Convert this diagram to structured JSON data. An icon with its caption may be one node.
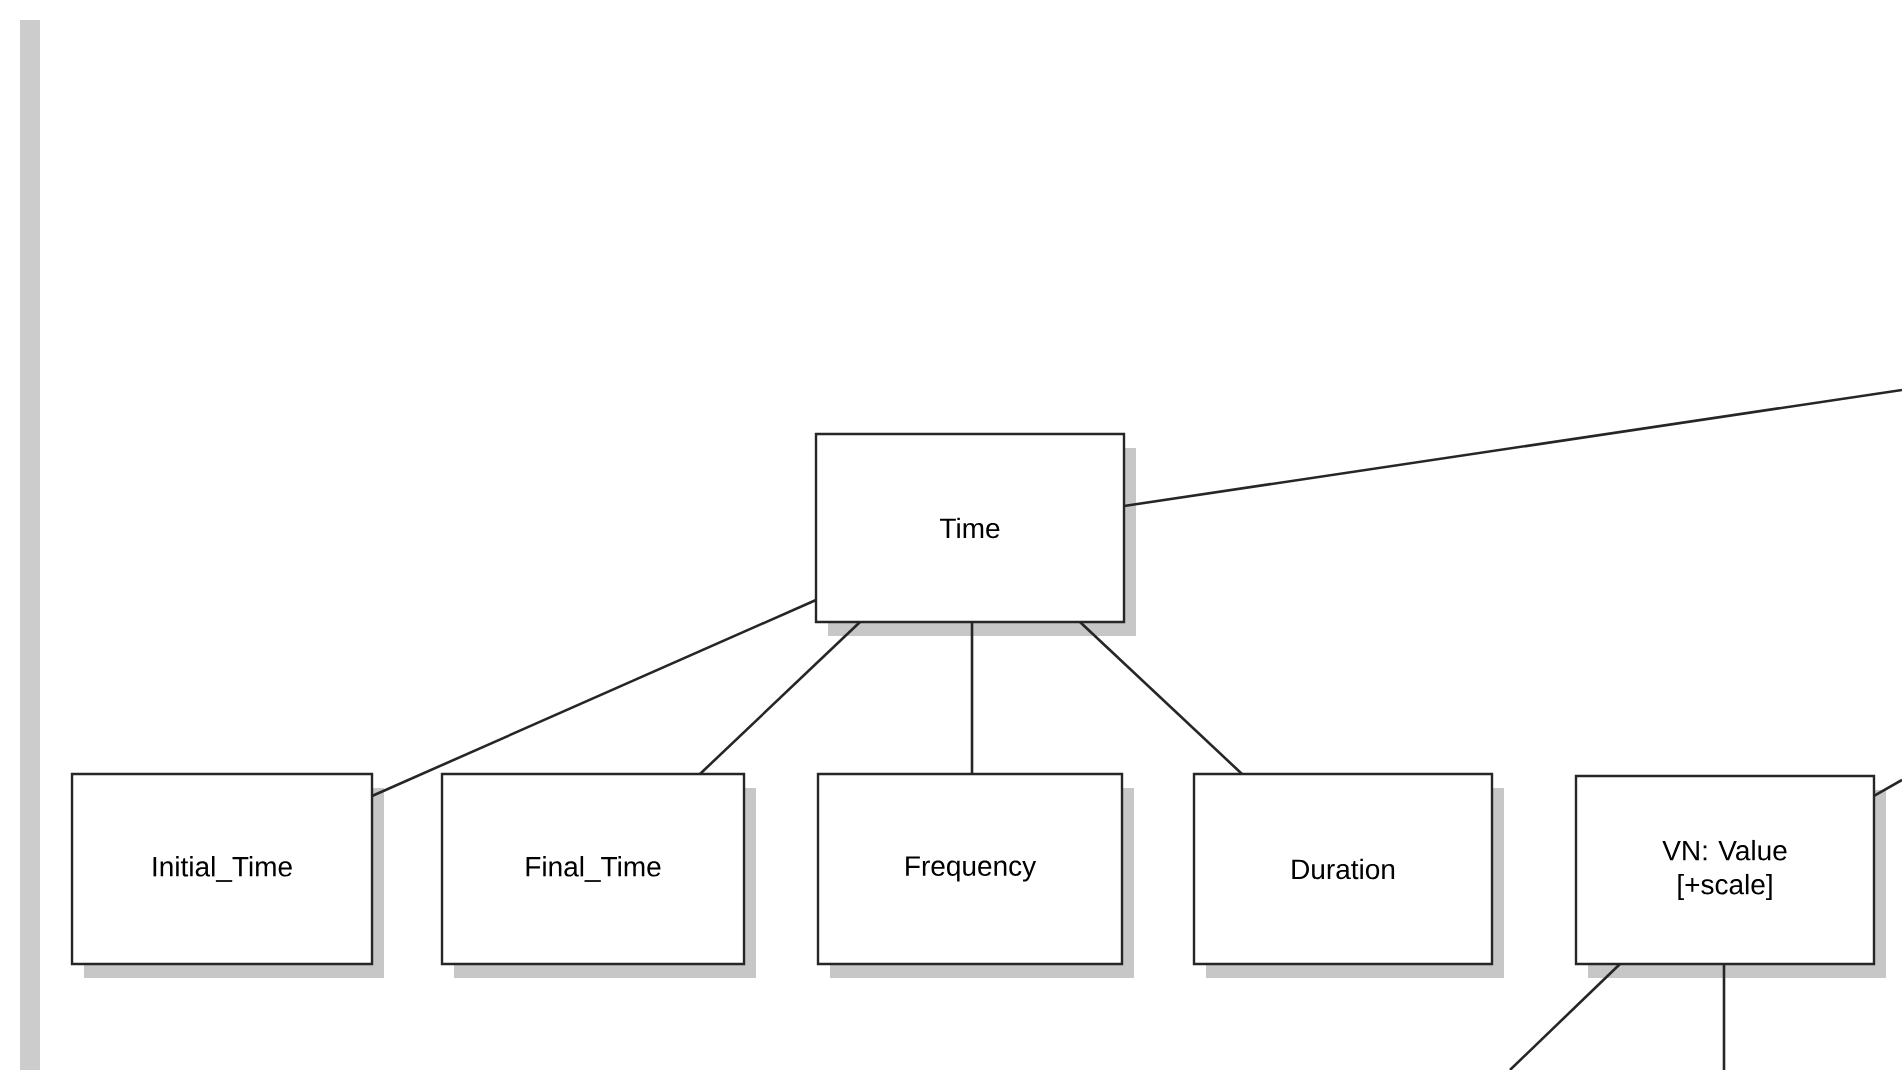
{
  "diagram": {
    "nodes": [
      {
        "text": [
          "Time"
        ]
      },
      {
        "text": [
          "Initial_Time"
        ]
      },
      {
        "text": [
          "Final_Time"
        ]
      },
      {
        "text": [
          "Frequency"
        ]
      },
      {
        "text": [
          "Duration"
        ]
      },
      {
        "text": [
          "VN: Value [+scale]"
        ]
      }
    ],
    "edges": [
      {
        "from": 0,
        "to": 1,
        "arrow": "none"
      },
      {
        "from": 0,
        "to": 2,
        "arrow": "none"
      },
      {
        "from": 0,
        "to": 3,
        "arrow": "none"
      },
      {
        "from": 0,
        "to": 4,
        "arrow": "none"
      },
      {
        "from": 0,
        "to": null,
        "arrow": "none"
      },
      {
        "from": 5,
        "to": null,
        "arrow": "none"
      },
      {
        "from": 5,
        "to": null,
        "arrow": "none"
      },
      {
        "from": 5,
        "to": null,
        "arrow": "none"
      }
    ]
  }
}
